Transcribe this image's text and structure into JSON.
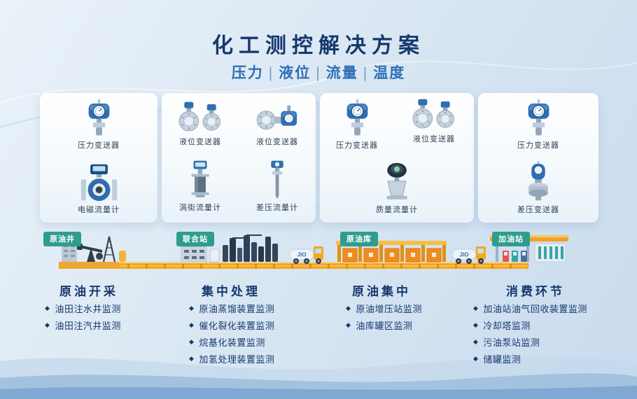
{
  "header": {
    "title": "化工测控解决方案",
    "divider": "|",
    "subtitle_parts": [
      "压力",
      "液位",
      "流量",
      "温度"
    ]
  },
  "product_cards": [
    {
      "items": [
        {
          "label": "压力变送器"
        },
        {
          "label": "电磁流量计"
        }
      ]
    },
    {
      "items": [
        {
          "label": "液位变送器"
        },
        {
          "label": "液位变送器"
        },
        {
          "label": "涡街流量计"
        },
        {
          "label": "差压流量计"
        }
      ]
    },
    {
      "items": [
        {
          "label": "压力变送器"
        },
        {
          "label": "液位变送器"
        },
        {
          "label": "质量流量计"
        }
      ]
    },
    {
      "items": [
        {
          "label": "压力变送器"
        },
        {
          "label": "差压变送器"
        }
      ]
    }
  ],
  "flow": {
    "truck_label": "JIO"
  },
  "stages": [
    {
      "badge": "原油井",
      "title": "原油开采",
      "bullets": [
        "油田注水井监测",
        "油田注汽井监测"
      ]
    },
    {
      "badge": "联合站",
      "title": "集中处理",
      "bullets": [
        "原油蒸馏装置监测",
        "催化裂化装置监测",
        "烷基化装置监测",
        "加氢处理装置监测"
      ]
    },
    {
      "badge": "原油库",
      "title": "原油集中",
      "bullets": [
        "原油增压站监测",
        "油库罐区监测"
      ]
    },
    {
      "badge": "加油站",
      "title": "消费环节",
      "bullets": [
        "加油站油气回收装置监测",
        "冷却塔监测",
        "污油泵站监测",
        "储罐监测"
      ]
    }
  ],
  "ui": {
    "bullet_marker": "◆"
  },
  "icons": {
    "pressure_transmitter": "round-dial blue transmitter head",
    "electromagnetic_flowmeter": "pipe-section body with top display",
    "level_transmitter_flanged": "double flange discs with blue caps",
    "level_transmitter": "flange disc with side-mounted blue head",
    "vortex_flowmeter": "vertical inline meter with flanges",
    "differential_pressure_flowmeter": "insertion probe with long stem",
    "mass_flowmeter": "dark head with green display on cone body",
    "differential_pressure_transmitter": "capsule head on coaxial flanges"
  },
  "colors": {
    "navy": "#16386e",
    "blue": "#2e6fb7",
    "badge": "#2f9d8e",
    "pipe": "#f5a81f",
    "pipe_dark": "#e0920f"
  }
}
